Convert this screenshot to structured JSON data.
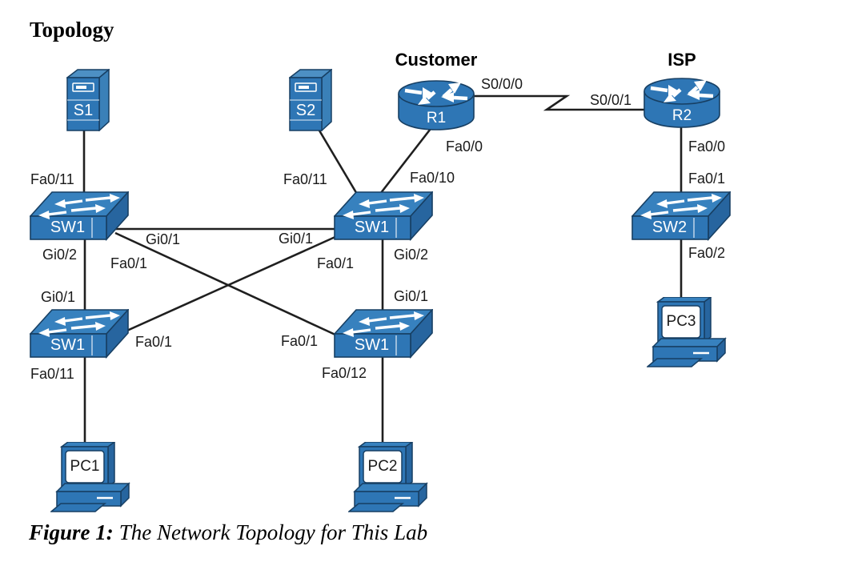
{
  "page": {
    "title": "Topology",
    "caption_prefix": "Figure 1:",
    "caption_text": "The Network Topology for This Lab"
  },
  "node_titles": {
    "customer": "Customer",
    "isp": "ISP"
  },
  "devices": {
    "s1": {
      "label": "S1",
      "type": "server"
    },
    "s2": {
      "label": "S2",
      "type": "server"
    },
    "r1": {
      "label": "R1",
      "type": "router",
      "title": "Customer"
    },
    "r2": {
      "label": "R2",
      "type": "router",
      "title": "ISP"
    },
    "sw1_left": {
      "label": "SW1",
      "type": "switch"
    },
    "sw1_center": {
      "label": "SW1",
      "type": "switch"
    },
    "sw1_bottom_left": {
      "label": "SW1",
      "type": "switch"
    },
    "sw1_bottom_center": {
      "label": "SW1",
      "type": "switch"
    },
    "sw2": {
      "label": "SW2",
      "type": "switch"
    },
    "pc1": {
      "label": "PC1",
      "type": "pc"
    },
    "pc2": {
      "label": "PC2",
      "type": "pc"
    },
    "pc3": {
      "label": "PC3",
      "type": "pc"
    }
  },
  "labels": {
    "s1_link": "Fa0/11",
    "s2_link": "Fa0/11",
    "r1_lan": "Fa0/0",
    "sw_center_uplink": "Fa0/10",
    "r1_serial": "S0/0/0",
    "r2_serial": "S0/0/1",
    "r2_lan": "Fa0/0",
    "sw2_uplink": "Fa0/1",
    "sw2_pc3": "Fa0/2",
    "trunk_top_left": "Gi0/1",
    "trunk_top_right": "Gi0/1",
    "sw_left_down": "Gi0/2",
    "sw_bl_up": "Gi0/1",
    "sw_center_down": "Gi0/2",
    "sw_bc_up": "Gi0/1",
    "sw_left_cross": "Fa0/1",
    "sw_center_cross": "Fa0/1",
    "sw_bl_cross": "Fa0/1",
    "sw_bc_cross": "Fa0/1",
    "sw_bl_pc1": "Fa0/11",
    "sw_bc_pc2": "Fa0/12"
  },
  "links": [
    {
      "from": "S1",
      "to": "SW1 top-left",
      "to_if": "Fa0/11"
    },
    {
      "from": "S2",
      "to": "SW1 center",
      "to_if": "Fa0/11"
    },
    {
      "from": "R1",
      "from_if": "Fa0/0",
      "to": "SW1 center",
      "to_if": "Fa0/10"
    },
    {
      "from": "R1",
      "from_if": "S0/0/0",
      "to": "R2",
      "to_if": "S0/0/1",
      "type": "serial"
    },
    {
      "from": "R2",
      "from_if": "Fa0/0",
      "to": "SW2",
      "to_if": "Fa0/1"
    },
    {
      "from": "SW2",
      "from_if": "Fa0/2",
      "to": "PC3"
    },
    {
      "from": "SW1 top-left",
      "from_if": "Gi0/1",
      "to": "SW1 center",
      "to_if": "Gi0/1"
    },
    {
      "from": "SW1 top-left",
      "from_if": "Gi0/2",
      "to": "SW1 bottom-left",
      "to_if": "Gi0/1"
    },
    {
      "from": "SW1 center",
      "from_if": "Gi0/2",
      "to": "SW1 bottom-center",
      "to_if": "Gi0/1"
    },
    {
      "from": "SW1 top-left",
      "from_if": "Fa0/1",
      "to": "SW1 bottom-center",
      "to_if": "Fa0/1"
    },
    {
      "from": "SW1 center",
      "from_if": "Fa0/1",
      "to": "SW1 bottom-left",
      "to_if": "Fa0/1"
    },
    {
      "from": "SW1 bottom-left",
      "from_if": "Fa0/11",
      "to": "PC1"
    },
    {
      "from": "SW1 bottom-center",
      "from_if": "Fa0/12",
      "to": "PC2"
    }
  ],
  "colors": {
    "device_blue": "#2E76B5",
    "device_top": "#3781BE",
    "device_side": "#27659F",
    "outline": "#173F63",
    "wire": "#1F1F1F",
    "label_text": "#1A1A1A"
  }
}
